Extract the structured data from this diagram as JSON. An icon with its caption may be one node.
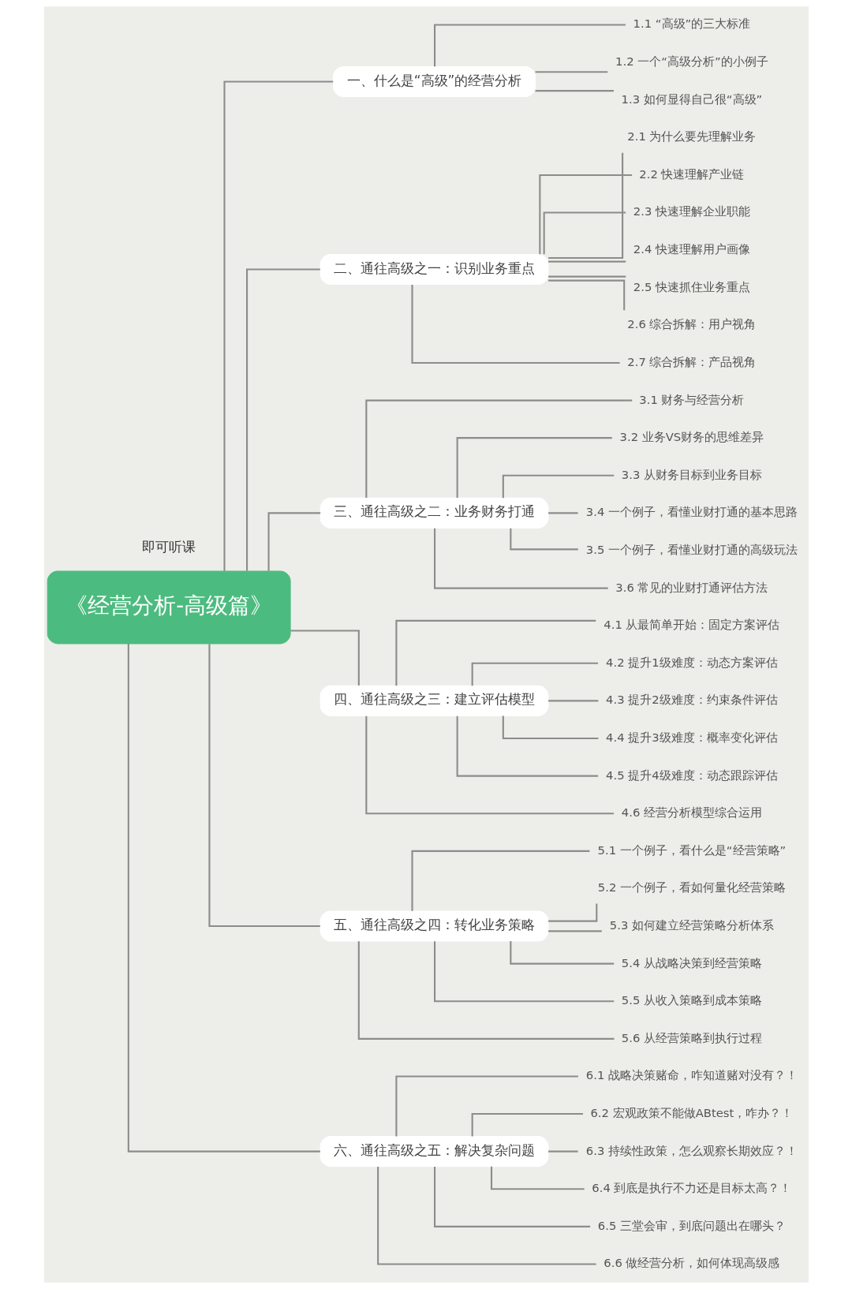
{
  "diagram": {
    "nodes": [
      {
        "text": [
          "《经营分析-高级篇》"
        ]
      },
      {
        "text": [
          "一、什么是“高级”的经营分析"
        ]
      },
      {
        "text": [
          "1.1 “高级”的三大标准"
        ]
      },
      {
        "text": [
          "1.2 一个“高级分析”的小例子"
        ]
      },
      {
        "text": [
          "1.3 如何显得自己很“高级”"
        ]
      },
      {
        "text": [
          "二、通往高级之一：识别业务重点"
        ]
      },
      {
        "text": [
          "2.1 为什么要先理解业务"
        ]
      },
      {
        "text": [
          "2.2 快速理解产业链"
        ]
      },
      {
        "text": [
          "2.3 快速理解企业职能"
        ]
      },
      {
        "text": [
          "2.4 快速理解用户画像"
        ]
      },
      {
        "text": [
          "2.5 快速抓住业务重点"
        ]
      },
      {
        "text": [
          "2.6 综合拆解：用户视角"
        ]
      },
      {
        "text": [
          "2.7 综合拆解：产品视角"
        ]
      },
      {
        "text": [
          "三、通往高级之二：业务财务打通"
        ]
      },
      {
        "text": [
          "3.1 财务与经营分析"
        ]
      },
      {
        "text": [
          "3.2 业务VS财务的思维差异"
        ]
      },
      {
        "text": [
          "3.3 从财务目标到业务目标"
        ]
      },
      {
        "text": [
          "3.4 一个例子，看懂业财打通的基本思路"
        ]
      },
      {
        "text": [
          "3.5 一个例子，看懂业财打通的高级玩法"
        ]
      },
      {
        "text": [
          "3.6 常见的业财打通评估方法"
        ]
      },
      {
        "text": [
          "四、通往高级之三：建立评估模型"
        ]
      },
      {
        "text": [
          "4.1 从最简单开始：固定方案评估"
        ]
      },
      {
        "text": [
          "4.2 提升1级难度：动态方案评估"
        ]
      },
      {
        "text": [
          "4.3 提升2级难度：约束条件评估"
        ]
      },
      {
        "text": [
          "4.4 提升3级难度：概率变化评估"
        ]
      },
      {
        "text": [
          "4.5 提升4级难度：动态跟踪评估"
        ]
      },
      {
        "text": [
          "4.6 经营分析模型综合运用"
        ]
      },
      {
        "text": [
          "五、通往高级之四：转化业务策略"
        ]
      },
      {
        "text": [
          "5.1 一个例子，看什么是“经营策略”"
        ]
      },
      {
        "text": [
          "5.2 一个例子，看如何量化经营策略"
        ]
      },
      {
        "text": [
          "5.3 如何建立经营策略分析体系"
        ]
      },
      {
        "text": [
          "5.4 从战略决策到经营策略"
        ]
      },
      {
        "text": [
          "5.5 从收入策略到成本策略"
        ]
      },
      {
        "text": [
          "5.6 从经营策略到执行过程"
        ]
      },
      {
        "text": [
          "六、通往高级之五：解决复杂问题"
        ]
      },
      {
        "text": [
          "6.1 战略决策赌命，咋知道赌对没有？！"
        ]
      },
      {
        "text": [
          "6.2 宏观政策不能做ABtest，咋办？！"
        ]
      },
      {
        "text": [
          "6.3 持续性政策，怎么观察长期效应？！"
        ]
      },
      {
        "text": [
          "6.4 到底是执行不力还是目标太高？！"
        ]
      },
      {
        "text": [
          "6.5 三堂会审，到底问题出在哪头？"
        ]
      },
      {
        "text": [
          "6.6 做经营分析，如何体现高级感"
        ]
      }
    ],
    "edges": [
      {
        "from": 0,
        "to": 1,
        "arrow": "none"
      },
      {
        "from": 1,
        "to": 2,
        "arrow": "none"
      },
      {
        "from": 1,
        "to": 3,
        "arrow": "none"
      },
      {
        "from": 1,
        "to": 4,
        "arrow": "none"
      },
      {
        "from": 0,
        "to": 5,
        "arrow": "none"
      },
      {
        "from": 5,
        "to": 6,
        "arrow": "none"
      },
      {
        "from": 5,
        "to": 7,
        "arrow": "none"
      },
      {
        "from": 5,
        "to": 8,
        "arrow": "none"
      },
      {
        "from": 5,
        "to": 9,
        "arrow": "none"
      },
      {
        "from": 5,
        "to": 10,
        "arrow": "none"
      },
      {
        "from": 5,
        "to": 11,
        "arrow": "none"
      },
      {
        "from": 5,
        "to": 12,
        "arrow": "none"
      },
      {
        "from": 0,
        "to": 13,
        "arrow": "none"
      },
      {
        "from": 13,
        "to": 14,
        "arrow": "none"
      },
      {
        "from": 13,
        "to": 15,
        "arrow": "none"
      },
      {
        "from": 13,
        "to": 16,
        "arrow": "none"
      },
      {
        "from": 13,
        "to": 17,
        "arrow": "none"
      },
      {
        "from": 13,
        "to": 18,
        "arrow": "none"
      },
      {
        "from": 13,
        "to": 19,
        "arrow": "none"
      },
      {
        "from": 0,
        "to": 20,
        "arrow": "none"
      },
      {
        "from": 20,
        "to": 21,
        "arrow": "none"
      },
      {
        "from": 20,
        "to": 22,
        "arrow": "none"
      },
      {
        "from": 20,
        "to": 23,
        "arrow": "none"
      },
      {
        "from": 20,
        "to": 24,
        "arrow": "none"
      },
      {
        "from": 20,
        "to": 25,
        "arrow": "none"
      },
      {
        "from": 20,
        "to": 26,
        "arrow": "none"
      },
      {
        "from": 0,
        "to": 27,
        "arrow": "none"
      },
      {
        "from": 27,
        "to": 28,
        "arrow": "none"
      },
      {
        "from": 27,
        "to": 29,
        "arrow": "none"
      },
      {
        "from": 27,
        "to": 30,
        "arrow": "none"
      },
      {
        "from": 27,
        "to": 31,
        "arrow": "none"
      },
      {
        "from": 27,
        "to": 32,
        "arrow": "none"
      },
      {
        "from": 27,
        "to": 33,
        "arrow": "none"
      },
      {
        "from": 0,
        "to": 34,
        "arrow": "none"
      },
      {
        "from": 34,
        "to": 35,
        "arrow": "none"
      },
      {
        "from": 34,
        "to": 36,
        "arrow": "none"
      },
      {
        "from": 34,
        "to": 37,
        "arrow": "none"
      },
      {
        "from": 34,
        "to": 38,
        "arrow": "none"
      },
      {
        "from": 34,
        "to": 39,
        "arrow": "none"
      },
      {
        "from": 34,
        "to": 40,
        "arrow": "none"
      }
    ],
    "labels": [
      "即可听课"
    ]
  }
}
